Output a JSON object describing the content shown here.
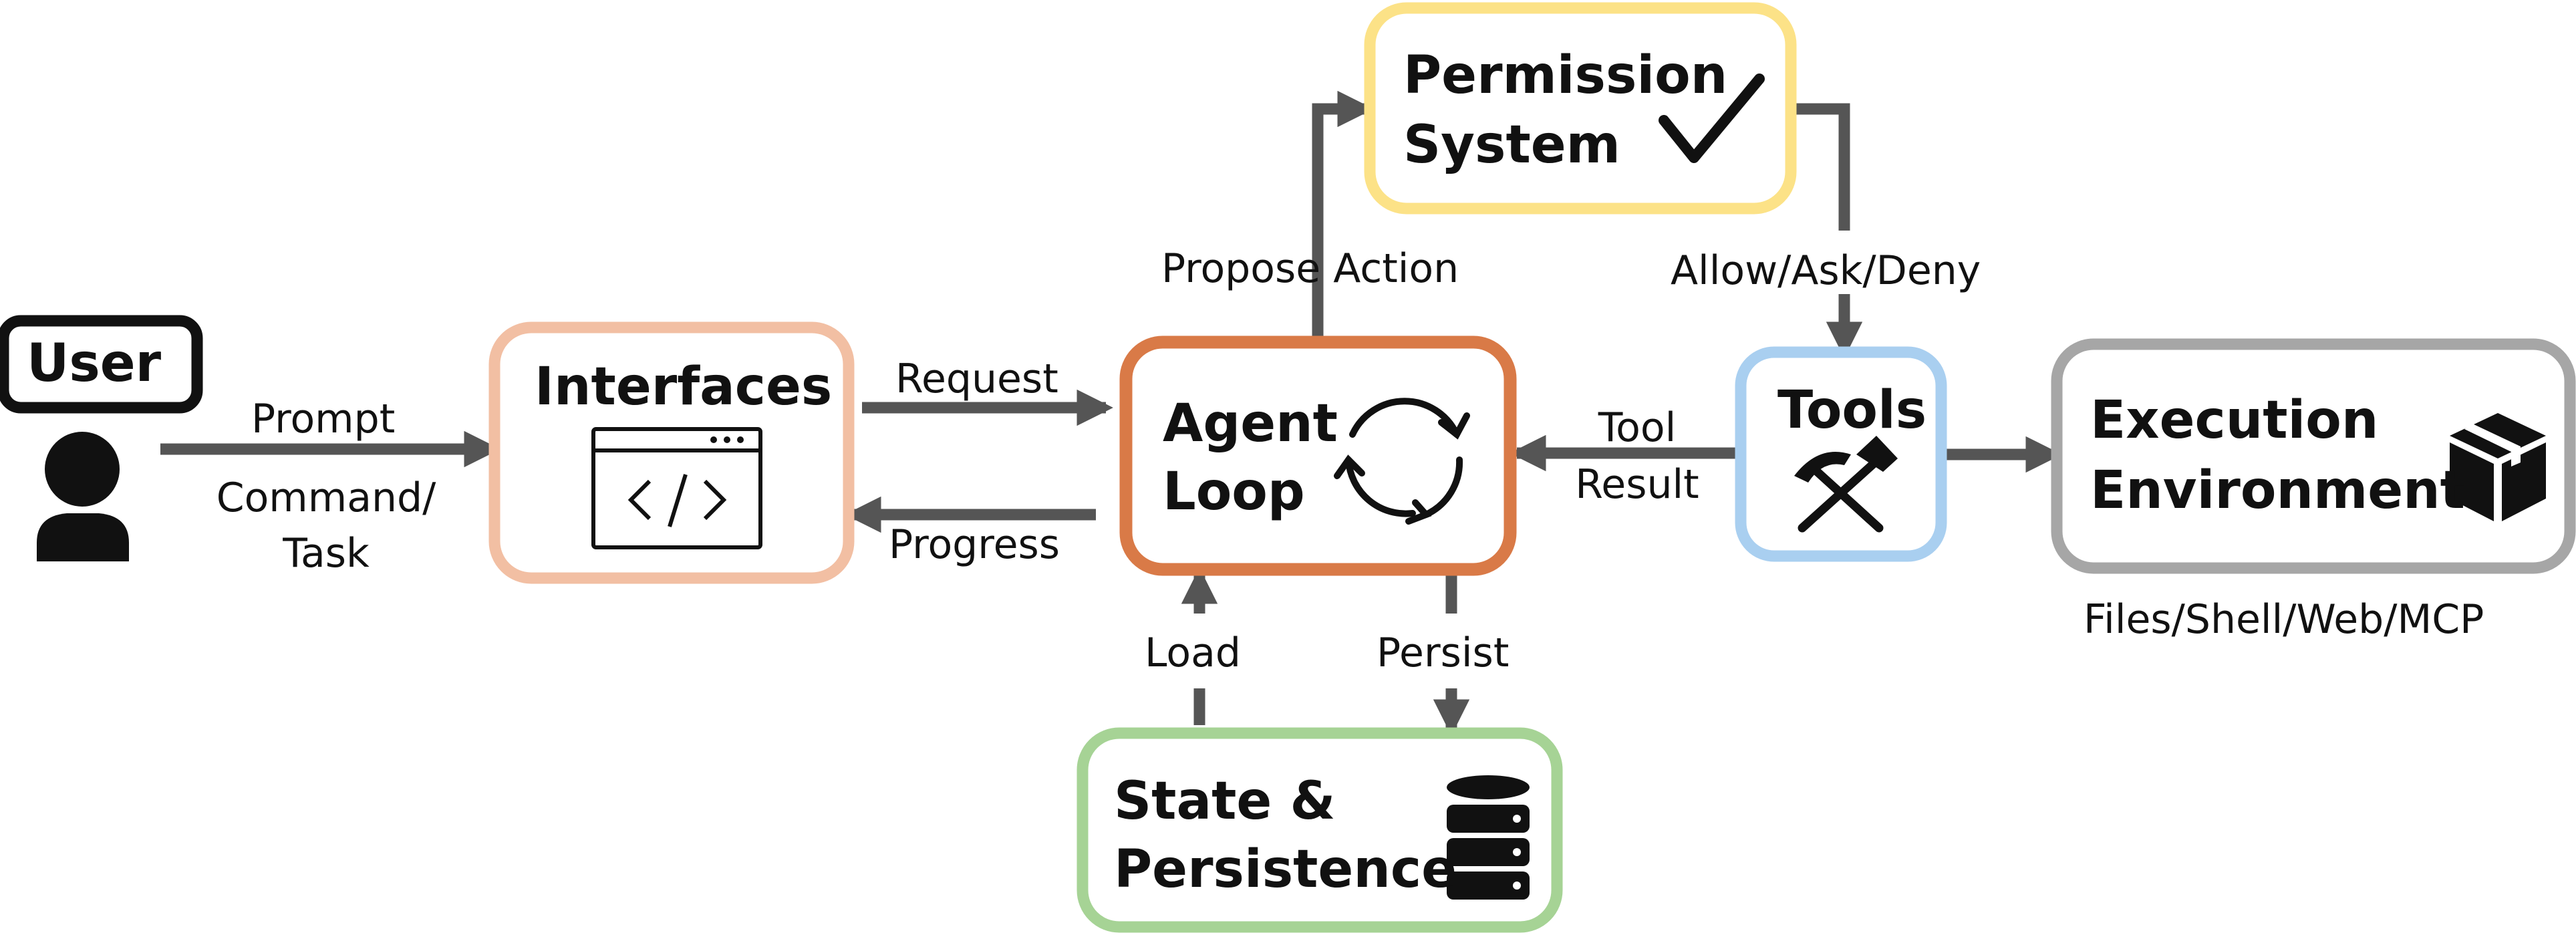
{
  "user": {
    "title": "User"
  },
  "interfaces": {
    "title": "Interfaces"
  },
  "agent_loop": {
    "title_line1": "Agent",
    "title_line2": "Loop"
  },
  "permission": {
    "title_line1": "Permission",
    "title_line2": "System"
  },
  "tools": {
    "title": "Tools"
  },
  "execution": {
    "title_line1": "Execution",
    "title_line2": "Environment",
    "caption": "Files/Shell/Web/MCP"
  },
  "state": {
    "title_line1": "State &",
    "title_line2": "Persistence"
  },
  "edges": {
    "prompt": "Prompt",
    "command_line1": "Command/",
    "command_line2": "Task",
    "request": "Request",
    "progress": "Progress",
    "propose_action": "Propose Action",
    "allow_ask_deny": "Allow/Ask/Deny",
    "tool_line1": "Tool",
    "tool_line2": "Result",
    "load": "Load",
    "persist": "Persist"
  },
  "colors": {
    "interfaces": "#F2BFA3",
    "agent_loop": "#D97A47",
    "permission": "#FCE287",
    "tools": "#A9CFF0",
    "execution": "#A6A6A6",
    "state": "#A6D395",
    "arrow": "#555555",
    "user": "#111111"
  },
  "icons": {
    "user": "person-icon",
    "interfaces": "code-window-icon",
    "agent_loop": "cycle-arrows-icon",
    "permission": "checkmark-icon",
    "tools": "hammer-pick-icon",
    "execution": "package-box-icon",
    "state": "database-icon"
  }
}
